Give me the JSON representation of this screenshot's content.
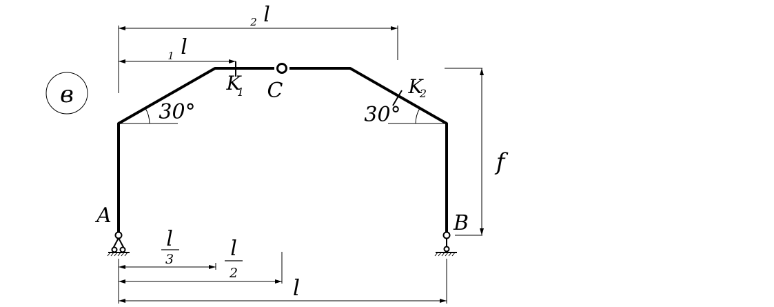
{
  "panel_label": "в",
  "labels": {
    "A": "A",
    "B": "B",
    "C": "C",
    "K1": "K",
    "K1_sub": "1",
    "K2": "K",
    "K2_sub": "2",
    "f": "f",
    "angle_left": "30°",
    "angle_right": "30°"
  },
  "dimensions": {
    "top_outer": {
      "coef": "2",
      "symbol": "l"
    },
    "top_inner": {
      "coef": "1",
      "symbol": "l"
    },
    "frac_third": {
      "num": "l",
      "den": "3"
    },
    "frac_half": {
      "num": "l",
      "den": "2"
    },
    "bottom_span": "l"
  }
}
